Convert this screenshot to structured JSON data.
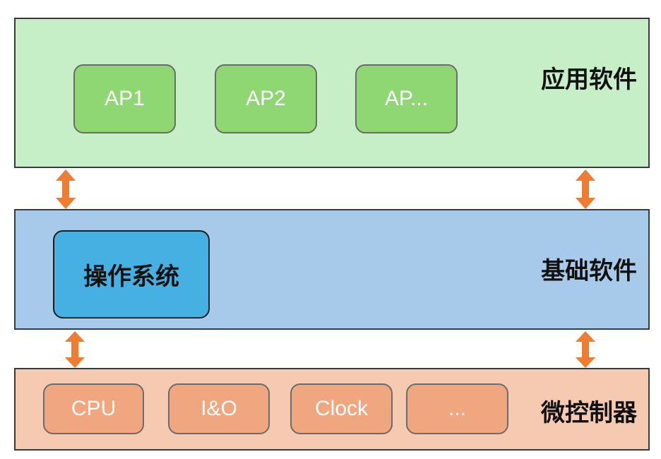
{
  "layers": {
    "application": {
      "label": "应用软件",
      "boxes": [
        "AP1",
        "AP2",
        "AP..."
      ]
    },
    "base": {
      "label": "基础软件",
      "os_label": "操作系统"
    },
    "mcu": {
      "label": "微控制器",
      "boxes": [
        "CPU",
        "I&O",
        "Clock",
        "..."
      ]
    }
  },
  "colors": {
    "application_bg": "#c6efc7",
    "application_box": "#8fd773",
    "base_bg": "#a8caea",
    "os_box": "#46b0e2",
    "mcu_bg": "#f6cab0",
    "mcu_box": "#f0a77f",
    "arrow": "#ee7d31"
  },
  "icons": [
    "double-arrow-vertical-icon"
  ]
}
